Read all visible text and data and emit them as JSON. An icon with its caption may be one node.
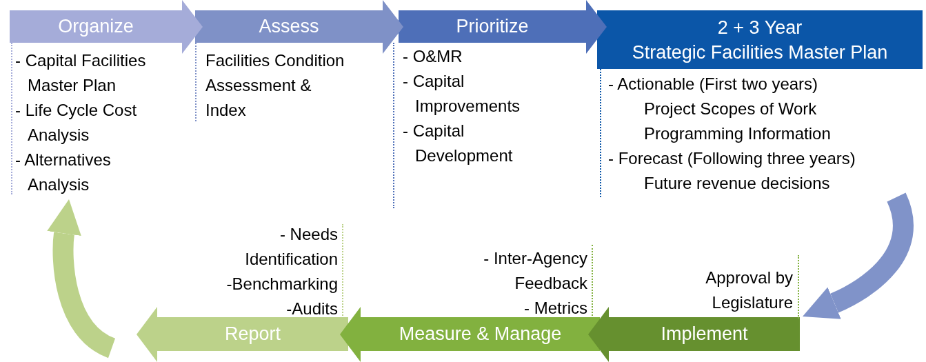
{
  "diagram": {
    "nodes": [
      {
        "text": [
          "Organize"
        ],
        "beside": [
          "- Capital Facilities Master Plan",
          "- Life Cycle Cost Analysis",
          "- Alternatives Analysis"
        ]
      },
      {
        "text": [
          "Assess"
        ],
        "beside": [
          "Facilities Condition Assessment & Index"
        ]
      },
      {
        "text": [
          "Prioritize"
        ],
        "beside": [
          "- O&MR",
          "- Capital Improvements",
          "- Capital Development"
        ]
      },
      {
        "text": [
          "2 + 3 Year",
          "Strategic Facilities Master Plan"
        ],
        "beside": [
          "- Actionable (First two years)",
          "Project Scopes of Work",
          "Programming Information",
          "- Forecast (Following three years)",
          "Future revenue decisions"
        ]
      },
      {
        "text": [
          "Implement"
        ],
        "beside": [
          "Approval by Legislature"
        ]
      },
      {
        "text": [
          "Measure & Manage"
        ],
        "beside": [
          "- Inter-Agency Feedback",
          "- Metrics"
        ]
      },
      {
        "text": [
          "Report"
        ],
        "beside": [
          "- Needs Identification",
          "-Benchmarking",
          "-Audits"
        ]
      }
    ],
    "edges": [
      {
        "from": 3,
        "to": 4,
        "arrow": "to",
        "color": "#8093c9"
      },
      {
        "from": 6,
        "to": 0,
        "arrow": "to",
        "color": "#bcd28a"
      }
    ]
  }
}
